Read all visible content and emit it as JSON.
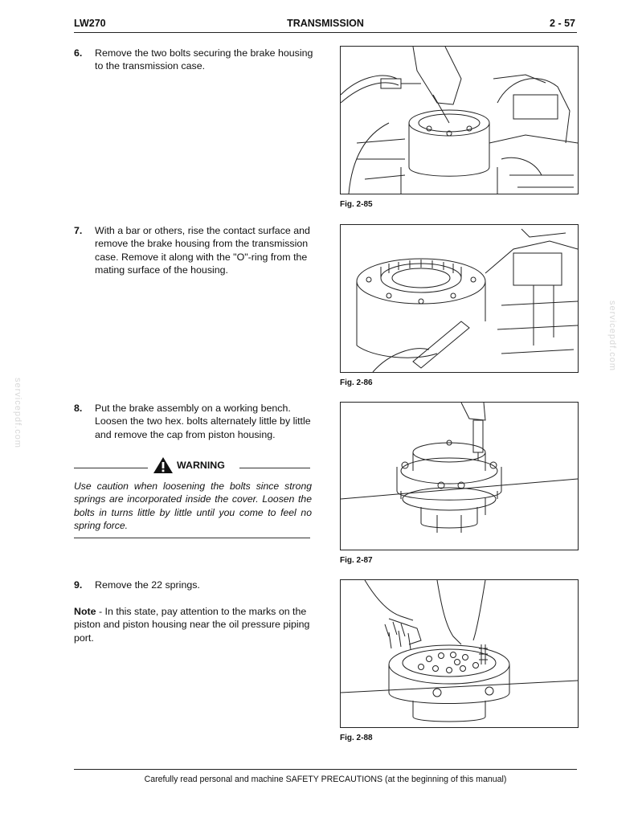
{
  "header": {
    "model": "LW270",
    "section": "TRANSMISSION",
    "page": "2 - 57"
  },
  "steps": [
    {
      "num": "6.",
      "text": "Remove the two bolts securing the brake housing to the transmission case."
    },
    {
      "num": "7.",
      "text": "With a bar or others, rise the contact surface and remove the brake housing from the transmission case. Remove it along with the \"O\"-ring from the mating surface of the housing."
    },
    {
      "num": "8.",
      "text": "Put the brake assembly on a working bench. Loosen the two hex. bolts alternately little by little and remove the cap from piston housing."
    },
    {
      "num": "9.",
      "text": "Remove the 22 springs."
    }
  ],
  "warning": {
    "title": "WARNING",
    "text": "Use caution when loosening the bolts since strong springs are incorporated inside the cover. Loosen the bolts in turns little by little until you come to feel no spring force."
  },
  "note": {
    "label": "Note",
    "text": " - In this state, pay attention to the marks on the piston and piston housing near the oil pressure piping port."
  },
  "figures": [
    {
      "caption": "Fig. 2-85"
    },
    {
      "caption": "Fig. 2-86"
    },
    {
      "caption": "Fig. 2-87"
    },
    {
      "caption": "Fig. 2-88"
    }
  ],
  "watermark": "servicepdf.com",
  "footer": "Carefully read personal and machine SAFETY PRECAUTIONS (at the beginning of this manual)",
  "colors": {
    "line": "#222222",
    "watermark": "#d8d8d8"
  }
}
